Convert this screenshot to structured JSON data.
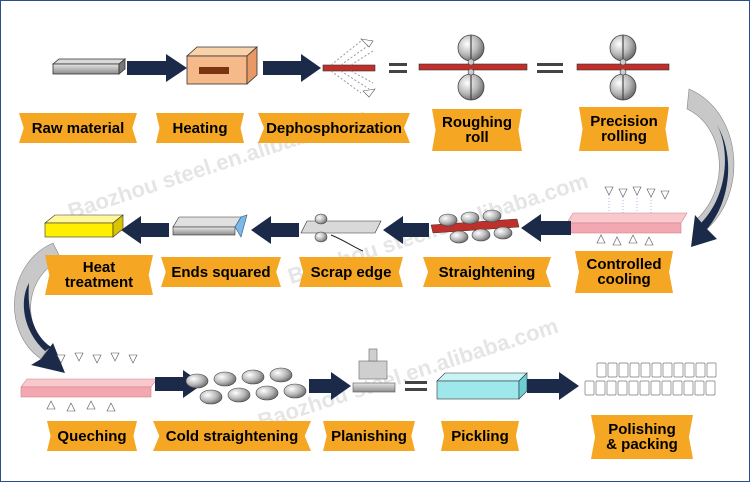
{
  "steps": {
    "raw_material": "Raw material",
    "heating": "Heating",
    "dephosphorization": "Dephosphorization",
    "roughing_roll": "Roughing\nroll",
    "precision_rolling": "Precision\nrolling",
    "controlled_cooling": "Controlled\ncooling",
    "straightening": "Straightening",
    "scrap_edge": "Scrap edge",
    "ends_squared": "Ends squared",
    "heat_treatment": "Heat\ntreatment",
    "queching": "Queching",
    "cold_straightening": "Cold straightening",
    "planishing": "Planishing",
    "pickling": "Pickling",
    "polishing_packing": "Polishing\n& packing"
  },
  "watermarks": {
    "w1": "Baozhou steel.en.alibaba.com",
    "w2": "Baozhou steel.en.alibaba.com",
    "w3": "Baozhou steel.en.alibaba.com"
  },
  "colors": {
    "label_fill": "#f5a623",
    "arrow_fill": "#1c2a4a",
    "steel_red": "#c0302a",
    "border": "#2a4d8f"
  }
}
